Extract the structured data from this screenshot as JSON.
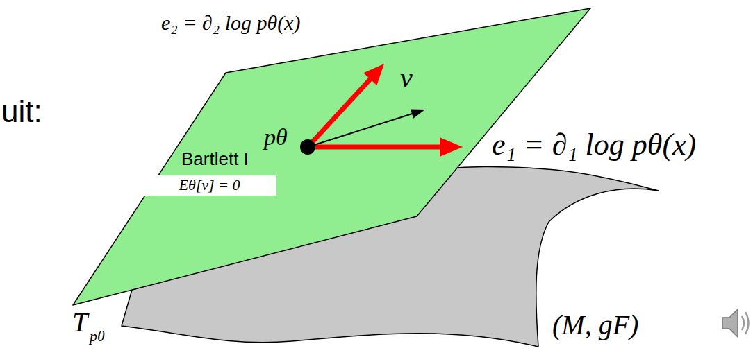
{
  "diagram": {
    "nodes": [
      {
        "text": [
          "Bartlett I",
          "Eθ[v] = 0"
        ]
      }
    ],
    "labels": [
      "uit:",
      "e₂ = ∂₂ log pθ(x)",
      "e₁ = ∂₁ log pθ(x)",
      "v",
      "pθ",
      "T",
      "pθ",
      "(M, gF)"
    ]
  }
}
